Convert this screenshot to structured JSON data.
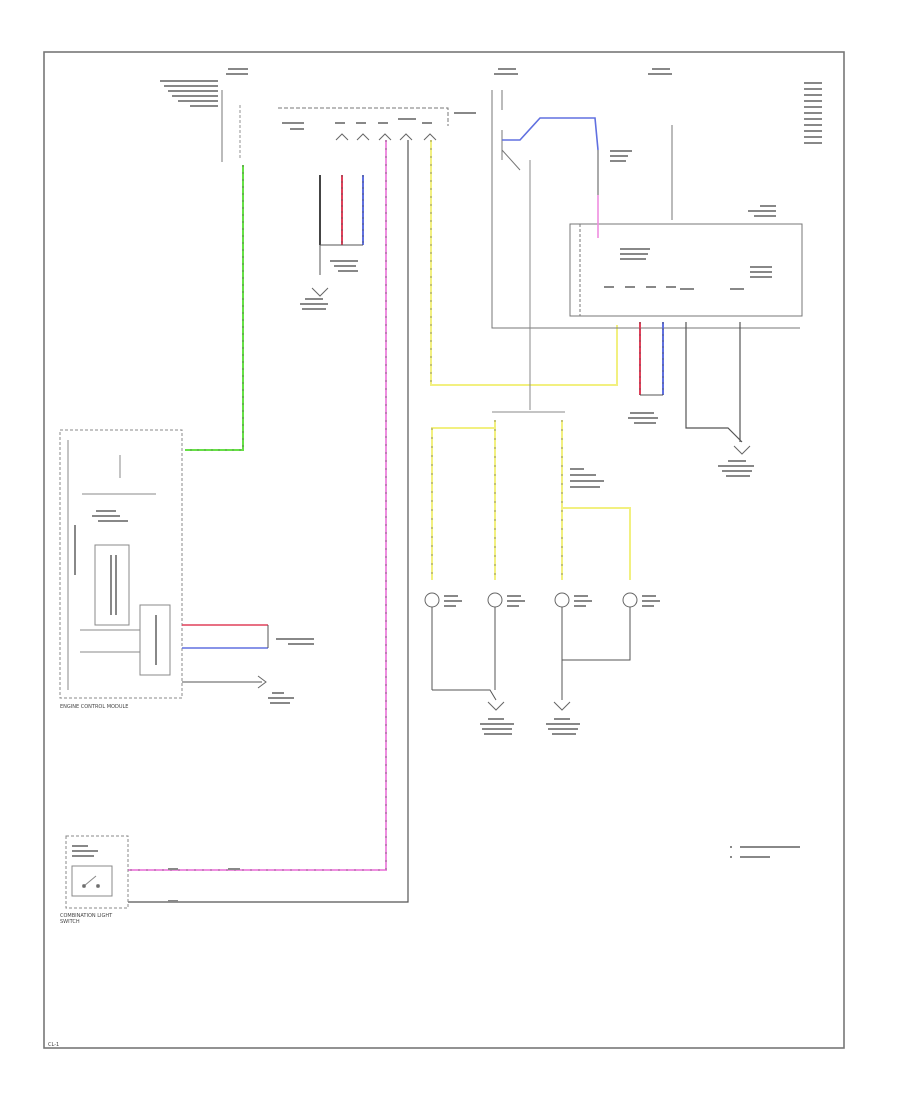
{
  "colors": {
    "green": "#66e046",
    "pink": "#ee8ee0",
    "yellow": "#f2f080",
    "red": "#e0405a",
    "blue": "#6070e0",
    "wire_dark": "#555555",
    "frame": "#666666"
  },
  "labels": {
    "engine_control_module": "ENGINE CONTROL MODULE",
    "combination_light_switch": "COMBINATION LIGHT SWITCH",
    "footer_mark": "CL-1"
  }
}
